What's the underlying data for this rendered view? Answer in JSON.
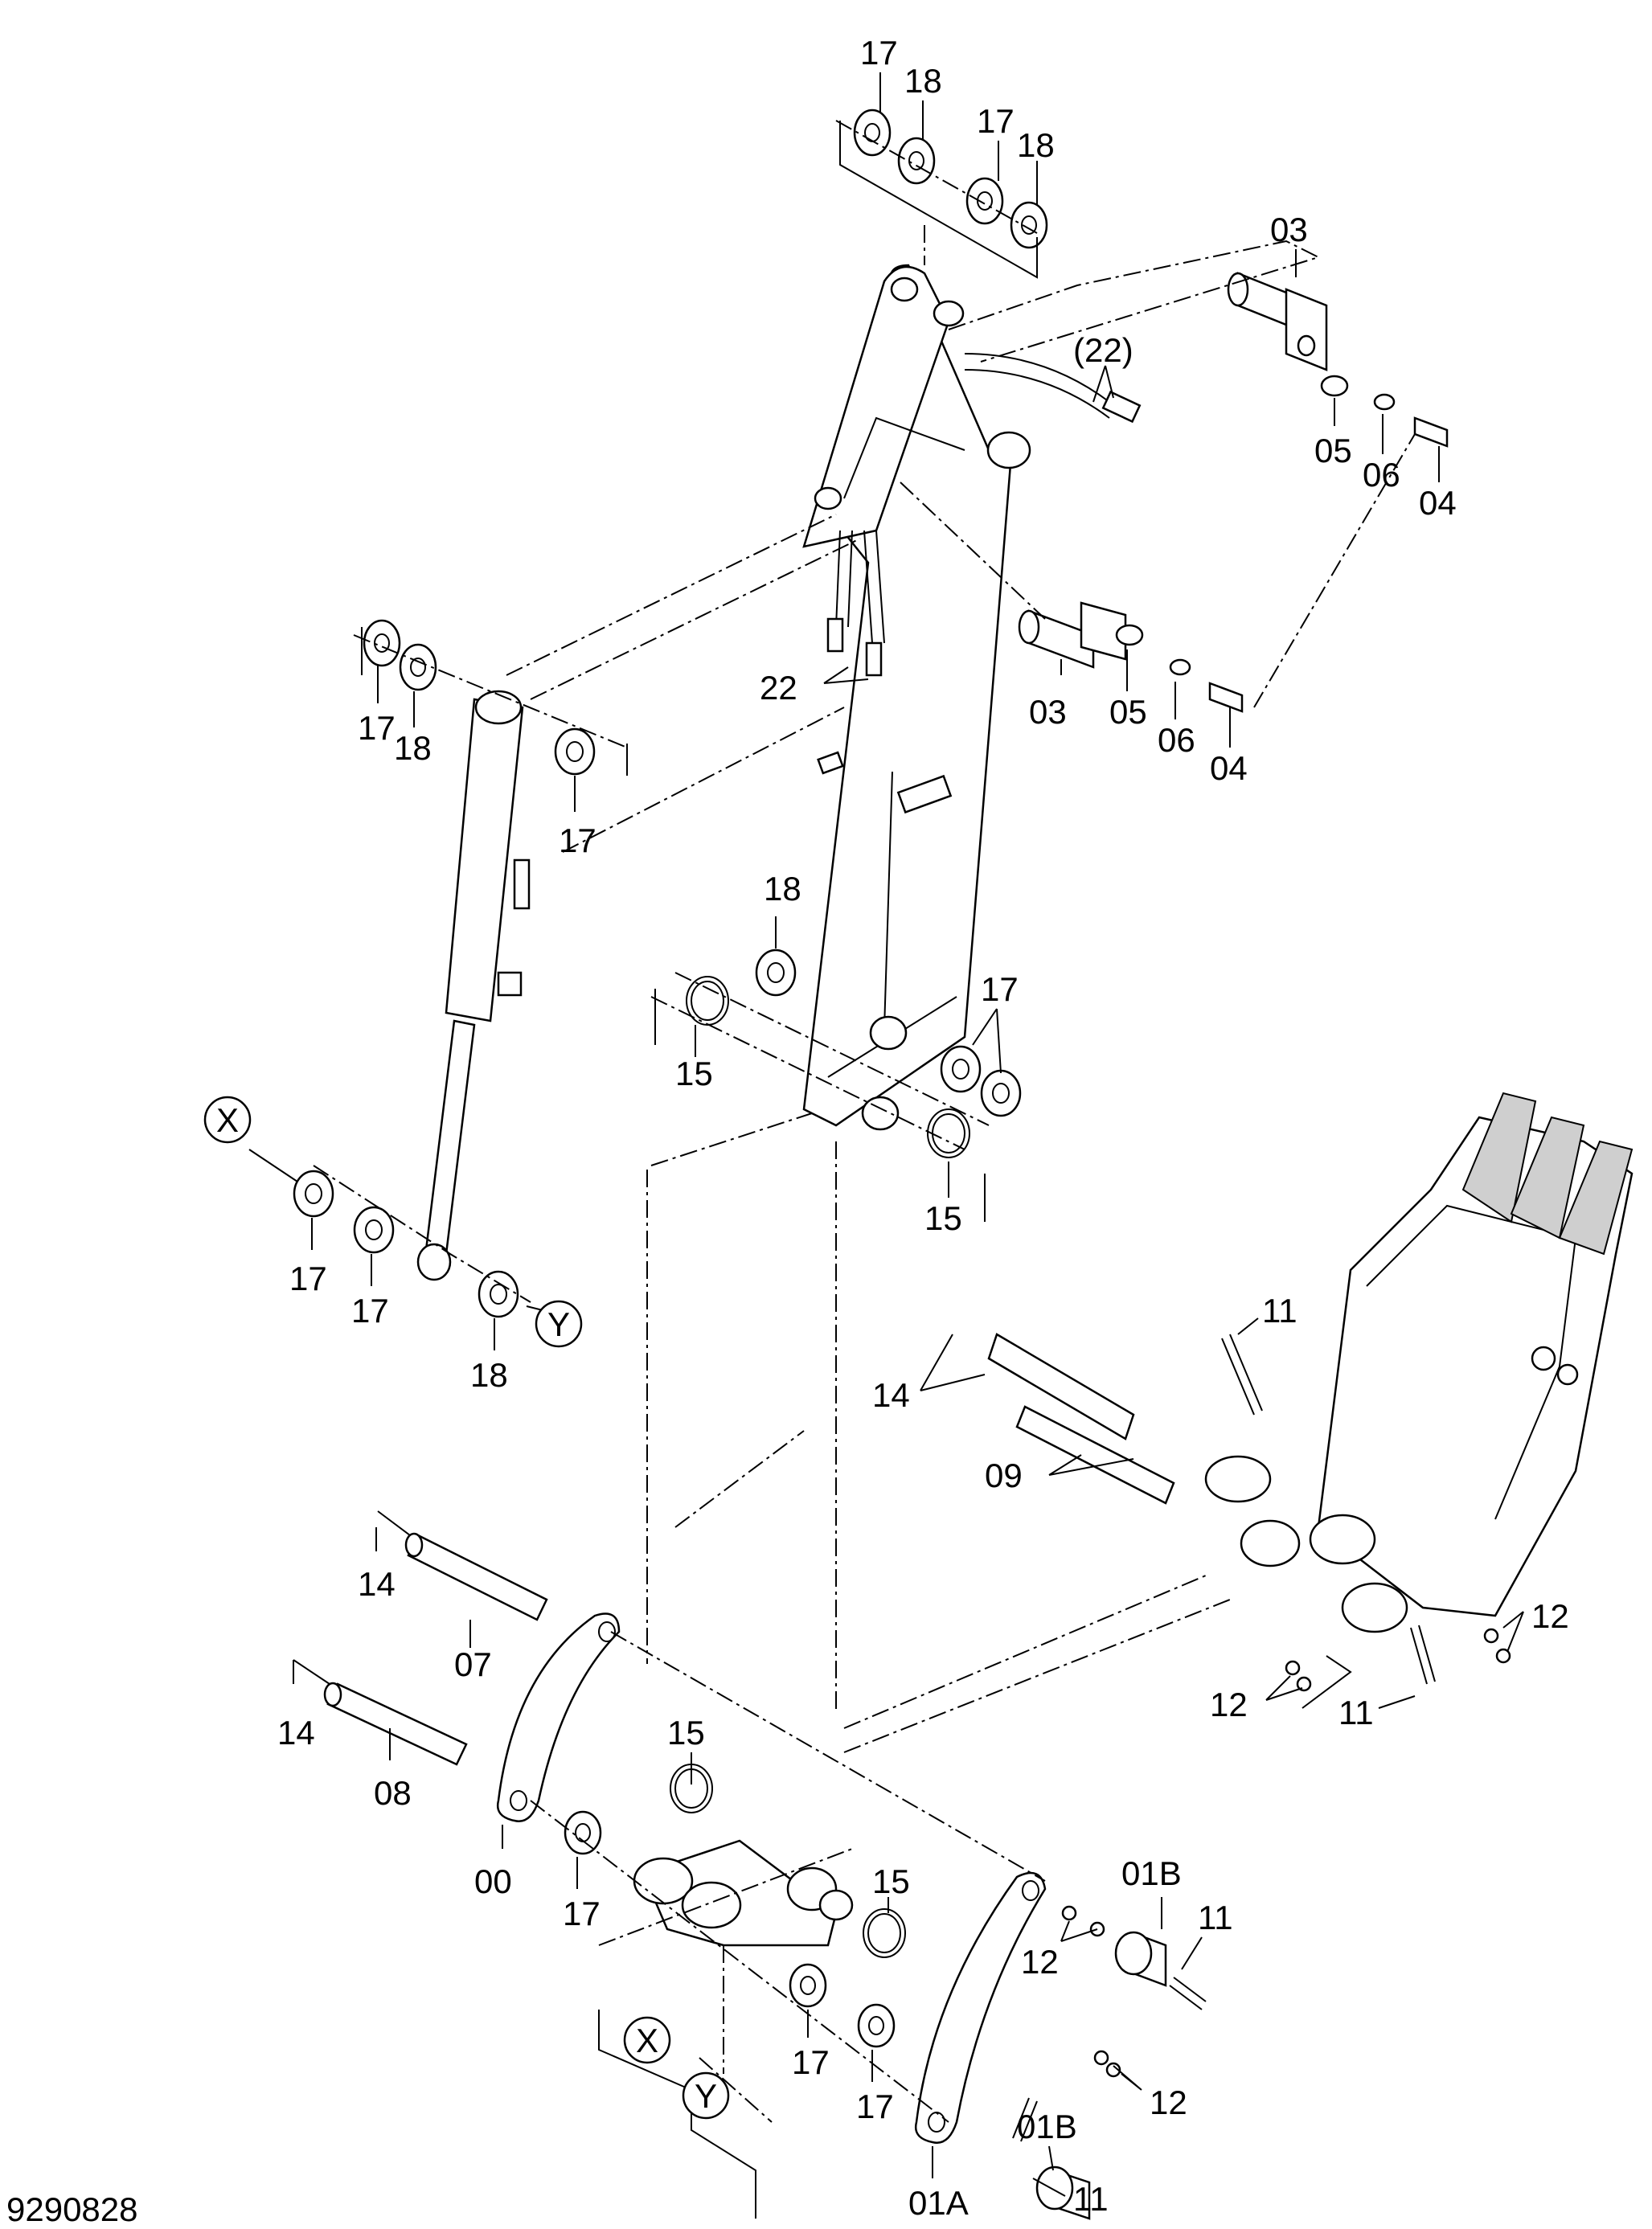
{
  "drawing_number": "9290828",
  "callouts": {
    "c17a": "17",
    "c18a": "18",
    "c17b": "17",
    "c18b": "18",
    "c03a": "03",
    "c22a": "(22)",
    "c05a": "05",
    "c06a": "06",
    "c04a": "04",
    "c22b": "22",
    "c03b": "03",
    "c05b": "05",
    "c06b": "06",
    "c04b": "04",
    "c17c": "17",
    "c18c": "18",
    "c17d": "17",
    "c18d": "18",
    "c17e": "17",
    "c15a": "15",
    "c15b": "15",
    "c17f": "17",
    "c17g": "17",
    "c18e": "18",
    "c11a": "11",
    "c14a": "14",
    "c09": "09",
    "c12a": "12",
    "c12b": "12",
    "c11b": "11",
    "c14b": "14",
    "c07": "07",
    "c14c": "14",
    "c08": "08",
    "c00": "00",
    "c15c": "15",
    "c15d": "15",
    "c17h": "17",
    "c17i": "17",
    "c17j": "17",
    "c01b1": "01B",
    "c11c": "11",
    "c12c": "12",
    "c01b2": "01B",
    "c12d": "12",
    "c01a": "01A",
    "c11d": "11"
  },
  "circle_marks": {
    "x1": "X",
    "y1": "Y",
    "x2": "X",
    "y2": "Y"
  }
}
